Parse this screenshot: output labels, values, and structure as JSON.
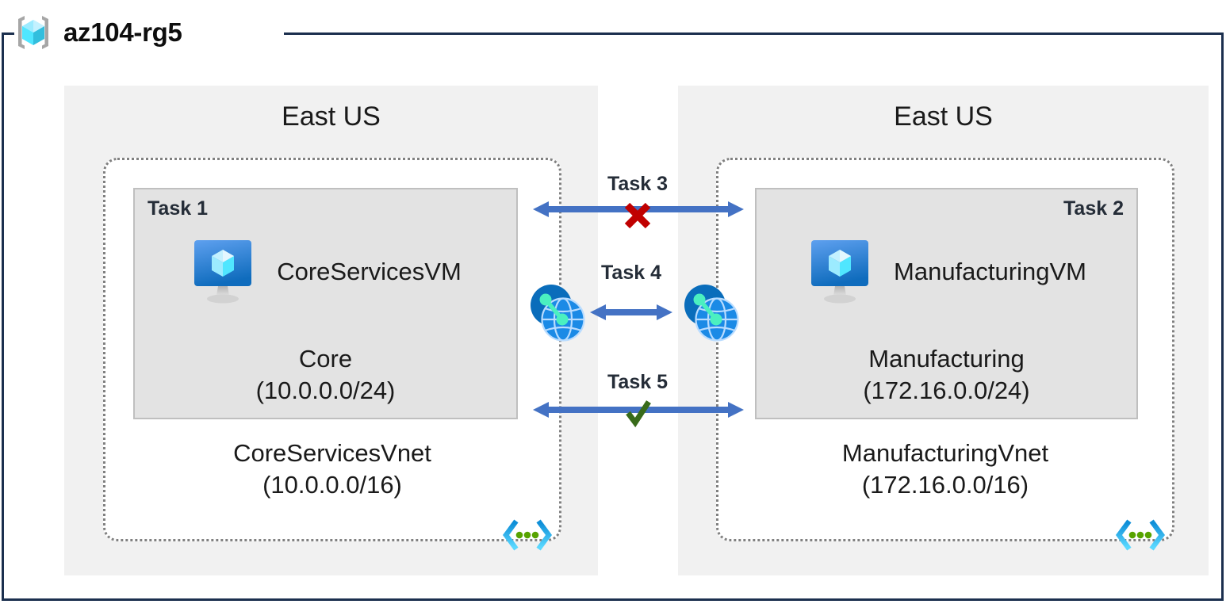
{
  "resource_group": {
    "name": "az104-rg5",
    "icon": "resource-group-cube-icon"
  },
  "regions": [
    {
      "id": "left",
      "label": "East US",
      "vnet": {
        "name": "CoreServicesVnet",
        "cidr": "(10.0.0.0/16)",
        "icon": "vnet-icon"
      },
      "subnet": {
        "task_tag": "Task 1",
        "task_tag_align": "left",
        "vm": {
          "name": "CoreServicesVM",
          "icon": "virtual-machine-icon"
        },
        "name": "Core",
        "cidr": "(10.0.0.0/24)"
      }
    },
    {
      "id": "right",
      "label": "East US",
      "vnet": {
        "name": "ManufacturingVnet",
        "cidr": "(172.16.0.0/16)",
        "icon": "vnet-icon"
      },
      "subnet": {
        "task_tag": "Task 2",
        "task_tag_align": "right",
        "vm": {
          "name": "ManufacturingVM",
          "icon": "virtual-machine-icon"
        },
        "name": "Manufacturing",
        "cidr": "(172.16.0.0/24)"
      }
    }
  ],
  "connectors": [
    {
      "id": "task3",
      "label": "Task 3",
      "marker": "red-x-icon",
      "status": "blocked",
      "arrow": "double-headed-arrow"
    },
    {
      "id": "task4",
      "label": "Task 4",
      "marker": "none",
      "status": "peering",
      "arrow": "double-headed-arrow",
      "endpoints": [
        "vnet-peering-icon",
        "vnet-peering-icon"
      ]
    },
    {
      "id": "task5",
      "label": "Task 5",
      "marker": "green-check-icon",
      "status": "allowed",
      "arrow": "double-headed-arrow"
    }
  ],
  "colors": {
    "frame_border": "#1b2f4e",
    "region_bg": "#f1f1f1",
    "subnet_bg": "#e3e3e3",
    "subnet_border": "#bfbfbf",
    "vnet_border": "#808080",
    "arrow_blue": "#4472c4",
    "azure_blue": "#0f6cbd",
    "cube_cyan": "#50e6ff",
    "x_red": "#c00000",
    "check_green": "#386b1a",
    "text_dark": "#1a1a1a",
    "tag_dark": "#252d38"
  }
}
